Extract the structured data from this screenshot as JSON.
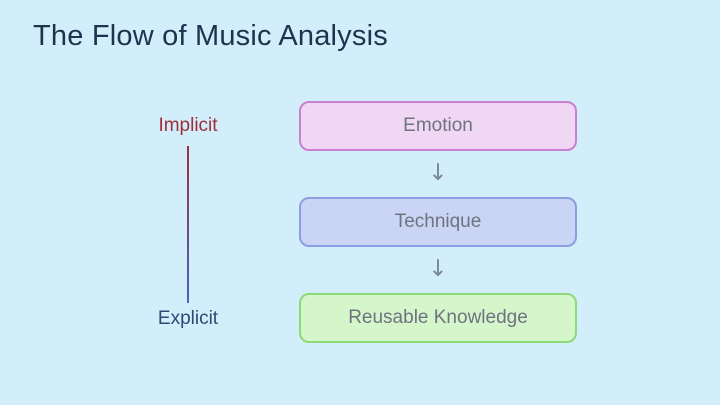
{
  "slide": {
    "title": "The Flow of Music Analysis"
  },
  "axis": {
    "top_label": "Implicit",
    "bottom_label": "Explicit",
    "top_label_color": "#9e2f38",
    "bottom_label_color": "#2b4a73",
    "line_gradient_top": "#a02f38",
    "line_gradient_bottom": "#4763c8"
  },
  "flow": {
    "nodes": [
      {
        "label": "Emotion",
        "fill": "#f0d8f5",
        "border": "#c980d2"
      },
      {
        "label": "Technique",
        "fill": "#cad4f4",
        "border": "#8c9fe2"
      },
      {
        "label": "Reusable Knowledge",
        "fill": "#d5f6cb",
        "border": "#8cd977"
      }
    ],
    "arrow_glyph": "↓"
  },
  "colors": {
    "background": "#d3eefb",
    "title_text": "#1d344f",
    "node_text": "#6f7380",
    "arrow": "#7b8794"
  }
}
